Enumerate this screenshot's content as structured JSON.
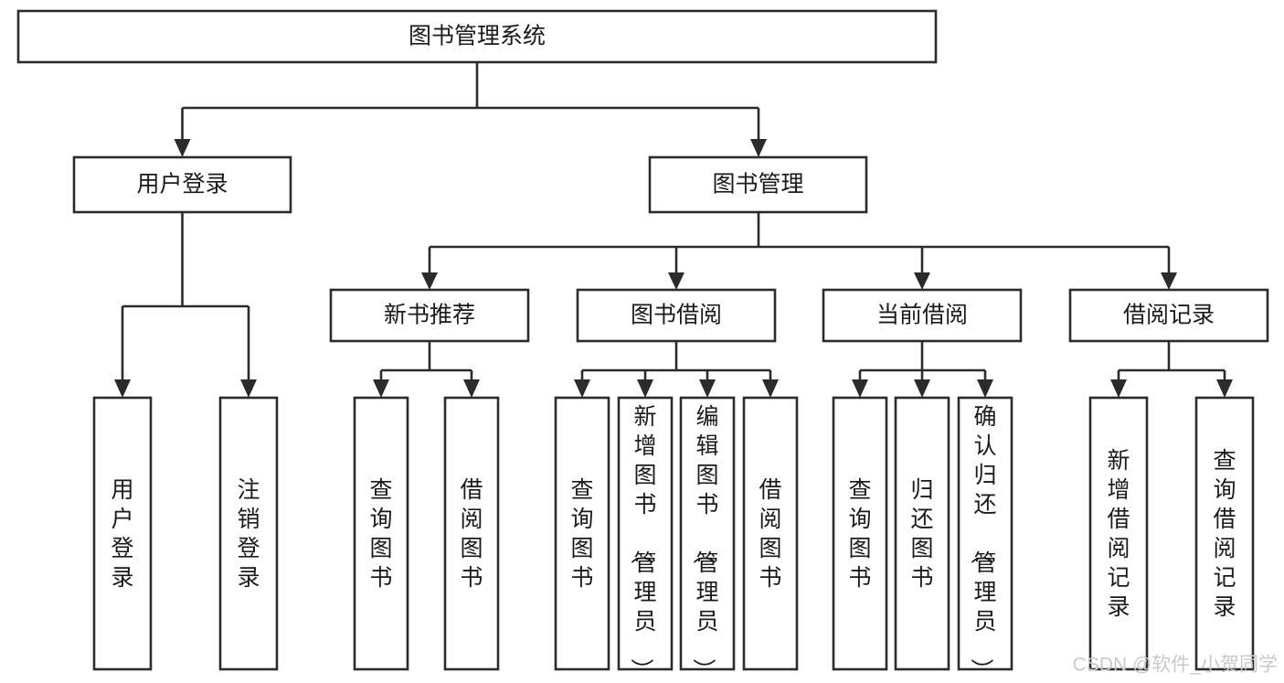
{
  "diagram": {
    "type": "hierarchy-tree",
    "title": "图书管理系统",
    "orientation": "top-down",
    "colors": {
      "box_stroke": "#2b2b2b",
      "box_fill": "#ffffff",
      "text": "#1a1a1a",
      "connector": "#2b2b2b",
      "watermark": "#c9c9c9",
      "background": "#ffffff"
    },
    "root": {
      "label": "图书管理系统"
    },
    "level2": [
      {
        "label": "用户登录"
      },
      {
        "label": "图书管理"
      }
    ],
    "level3": [
      {
        "label": "新书推荐"
      },
      {
        "label": "图书借阅"
      },
      {
        "label": "当前借阅"
      },
      {
        "label": "借阅记录"
      }
    ],
    "leaves": {
      "user_login": [
        {
          "label": "用户登录"
        },
        {
          "label": "注销登录"
        }
      ],
      "new_book_recommend": [
        {
          "label": "查询图书"
        },
        {
          "label": "借阅图书"
        }
      ],
      "book_borrow": [
        {
          "label": "查询图书"
        },
        {
          "label": "新增图书（管理员）"
        },
        {
          "label": "编辑图书（管理员）"
        },
        {
          "label": "借阅图书"
        }
      ],
      "current_borrow": [
        {
          "label": "查询图书"
        },
        {
          "label": "归还图书"
        },
        {
          "label": "确认归还（管理员）"
        }
      ],
      "borrow_record": [
        {
          "label": "新增借阅记录"
        },
        {
          "label": "查询借阅记录"
        }
      ]
    }
  },
  "watermark": {
    "text": "CSDN @软件_小贺同学"
  }
}
